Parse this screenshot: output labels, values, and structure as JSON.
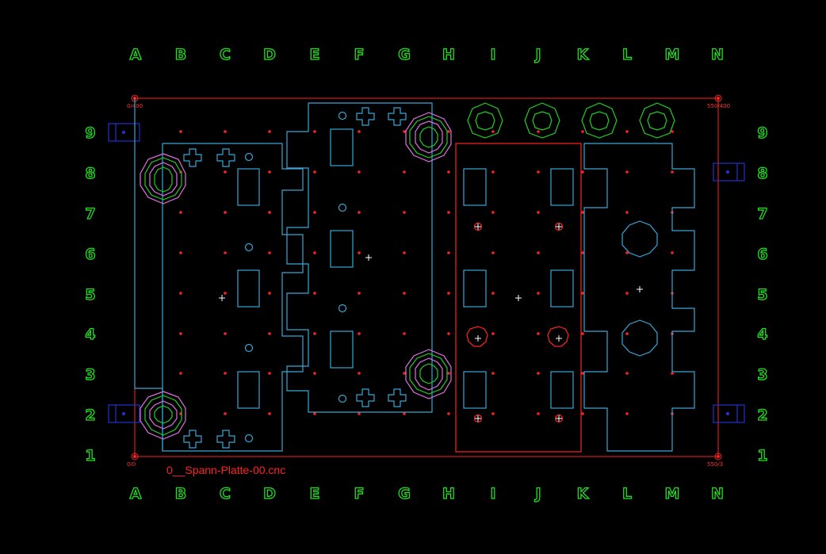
{
  "columns": [
    "A",
    "B",
    "C",
    "D",
    "E",
    "F",
    "G",
    "H",
    "I",
    "J",
    "K",
    "L",
    "M",
    "N"
  ],
  "rows": [
    "9",
    "8",
    "7",
    "6",
    "5",
    "4",
    "3",
    "2",
    "1"
  ],
  "corners": {
    "top_left": "0/400",
    "top_right": "550/400",
    "bottom_left": "0/0",
    "bottom_right": "550/3"
  },
  "filename": "0__Spann-Platte-00.cnc",
  "colors": {
    "background": "#000000",
    "grid_labels": "#22dd22",
    "frame": "#ff2222",
    "fixture_outline": "#39a6d6",
    "clamp_blue": "#2233cc",
    "pink": "#e070e0",
    "green_ring": "#22cc22"
  }
}
